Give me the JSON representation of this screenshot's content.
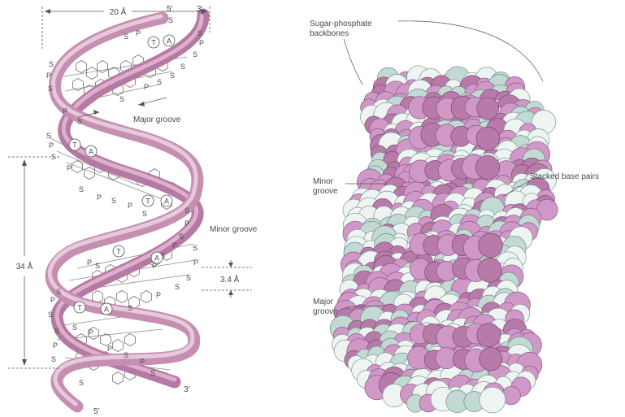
{
  "left_diagram": {
    "width_label": "20 Å",
    "pitch_label": "34 Å",
    "rise_label": "3.4 Å",
    "major_groove_label": "Major groove",
    "minor_groove_label": "Minor groove",
    "top_end_left": "5′",
    "top_end_right": "3′",
    "bottom_end_right": "3′",
    "bottom_end_left": "5′",
    "sugar_letter": "S",
    "phosphate_letter": "P",
    "base_t": "T",
    "base_a": "A"
  },
  "right_diagram": {
    "backbone_label_line1": "Sugar-phosphate",
    "backbone_label_line2": "backbones",
    "minor_groove_line1": "Minor",
    "minor_groove_line2": "groove",
    "stacked_label": "Stacked base pairs",
    "major_groove_line1": "Major",
    "major_groove_line2": "groove"
  },
  "colors": {
    "strand": "#c68fb2",
    "atom_pink": "#cf98c7",
    "atom_white": "#eef4f2",
    "atom_mint": "#c3d9d3"
  }
}
